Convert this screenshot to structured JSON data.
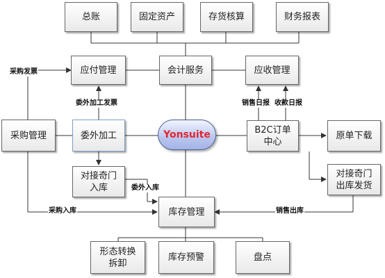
{
  "nodes": {
    "zongzhang": "总账",
    "gudingzichan": "固定资产",
    "cunhuohesuan": "存货核算",
    "caiwubaobiao": "财务报表",
    "yingfuguanli": "应付管理",
    "kuaijifuwu": "会计服务",
    "yingshouguanli": "应收管理",
    "caigouguanli": "采购管理",
    "weiwaijiagong": "委外加工",
    "b2c": "B2C订单\n中心",
    "yuandanxiazai": "原单下载",
    "duijie_ruku": "对接奇门\n入库",
    "duijie_chuku": "对接奇门\n出库发货",
    "kucunguanli": "库存管理",
    "xingtaizhuanhuan": "形态转换\n拆卸",
    "kucunyujing": "库存预警",
    "pandian": "盘点"
  },
  "center": {
    "label": "Yonsuite",
    "color": "#e3262e"
  },
  "edge_labels": {
    "caigoufapiao": "采购发票",
    "weiwaijiagongfapiao": "委外加工发票",
    "xiaoshourizhi": "销售日报",
    "shoukuanrizhi": "收款日报",
    "weiwairuku": "委外入库",
    "caigouruku": "采购入库",
    "xiaoshouchuku": "销售出库"
  },
  "colors": {
    "line": "#333333",
    "node_border": "#666666",
    "blue_border": "#7b9cc7"
  }
}
